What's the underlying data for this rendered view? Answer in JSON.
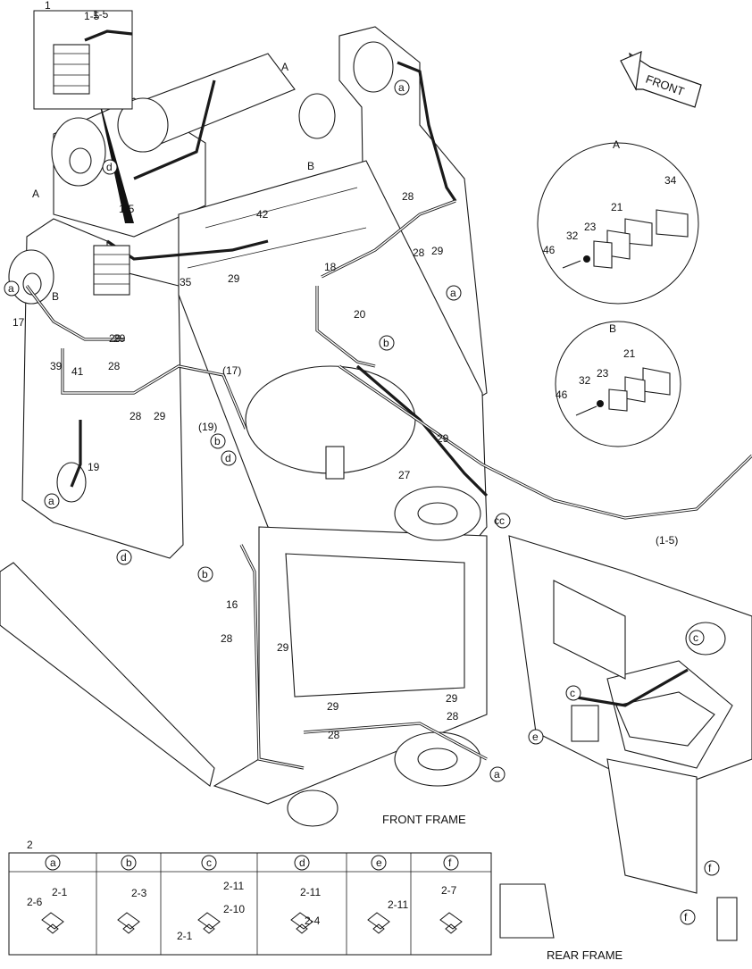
{
  "diagram": {
    "orientation_label": "FRONT",
    "front_frame_label": "FRONT FRAME",
    "rear_frame_label": "REAR FRAME",
    "inset1": {
      "id": "1",
      "part": "1-5"
    },
    "parts": [
      "1-5",
      "A",
      "B",
      "d",
      "a",
      "17",
      "39",
      "41",
      "28",
      "29",
      "28",
      "29",
      "19",
      "(17)",
      "(19)",
      "b",
      "d",
      "a",
      "d",
      "b",
      "16",
      "28",
      "29",
      "29",
      "28",
      "28",
      "29",
      "a",
      "27",
      "29",
      "c",
      "(1-5)",
      "c",
      "e",
      "c",
      "28",
      "28",
      "29",
      "18",
      "20",
      "a",
      "42",
      "29",
      "35",
      "b",
      "1-5",
      "A",
      "B",
      "29",
      "a",
      "c",
      "f",
      "f"
    ],
    "detail_A": {
      "title": "A",
      "parts": [
        "34",
        "21",
        "23",
        "32",
        "46"
      ]
    },
    "detail_B": {
      "title": "B",
      "parts": [
        "21",
        "23",
        "32",
        "46"
      ]
    },
    "legend": {
      "id": "2",
      "columns": [
        {
          "key": "a",
          "parts": [
            "2-1",
            "2-6"
          ]
        },
        {
          "key": "b",
          "parts": [
            "2-3"
          ]
        },
        {
          "key": "c",
          "parts": [
            "2-11",
            "2-10",
            "2-1"
          ]
        },
        {
          "key": "d",
          "parts": [
            "2-11",
            "2-4"
          ]
        },
        {
          "key": "e",
          "parts": [
            "2-11"
          ]
        },
        {
          "key": "f",
          "parts": [
            "2-7"
          ]
        }
      ]
    }
  }
}
